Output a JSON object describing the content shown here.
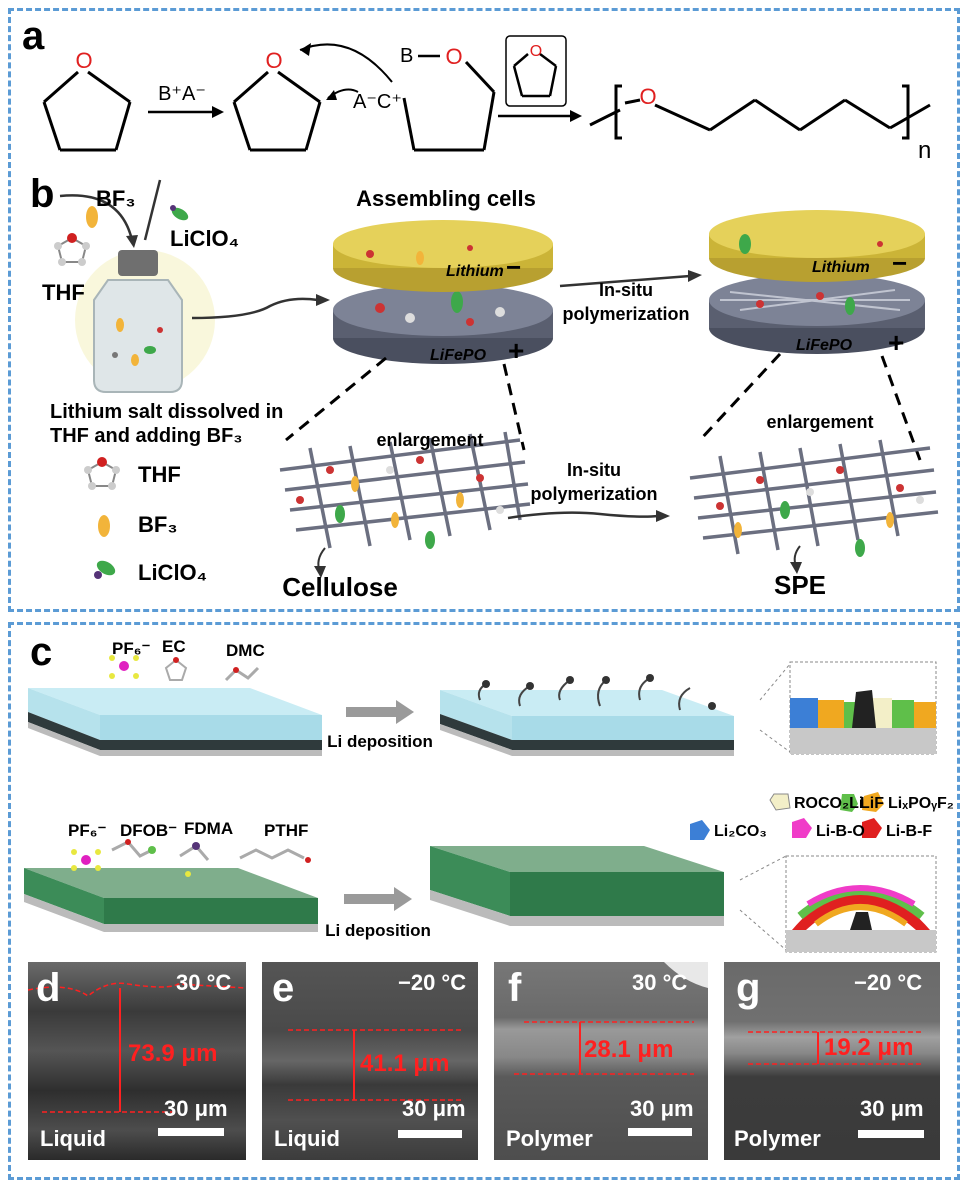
{
  "panel_a": {
    "label": "a",
    "catalyst": "B⁺A⁻",
    "ion_pair": "A⁻C⁺",
    "boron": "B",
    "oxygen": "O",
    "repeat_subscript": "n"
  },
  "panel_b": {
    "label": "b",
    "bf3": "BF₃",
    "liclo4": "LiClO₄",
    "thf": "THF",
    "bottle_caption_line1": "Lithium salt dissolved in",
    "bottle_caption_line2": "THF and adding BF₃",
    "assembling_cells": "Assembling cells",
    "lithium": "Lithium",
    "lifepo": "LiFePO",
    "minus": "−",
    "plus": "+",
    "in_situ_line1": "In-situ",
    "in_situ_line2": "polymerization",
    "enlargement": "enlargement",
    "cellulose": "Cellulose",
    "spe": "SPE",
    "legend": [
      {
        "name": "THF",
        "color": "#d9d9d9"
      },
      {
        "name": "BF₃",
        "color": "#f2b43a"
      },
      {
        "name": "LiClO₄",
        "color": "#3ea84a"
      }
    ]
  },
  "panel_c": {
    "label": "c",
    "top_species": [
      "PF₆⁻",
      "EC",
      "DMC"
    ],
    "bottom_species": [
      "PF₆⁻",
      "DFOB⁻",
      "FDMA",
      "PTHF"
    ],
    "li_deposition": "Li deposition",
    "sei_legend": [
      {
        "name": "ROCO₂Li",
        "color": "#f3efc8"
      },
      {
        "name": "LiF",
        "color": "#5fbf4a"
      },
      {
        "name": "LiₓPOᵧF₂",
        "color": "#f0a820"
      },
      {
        "name": "Li₂CO₃",
        "color": "#3c7fd6"
      },
      {
        "name": "Li-B-O",
        "color": "#f03cc8"
      },
      {
        "name": "Li-B-F",
        "color": "#e02020"
      }
    ]
  },
  "sem": [
    {
      "label": "d",
      "temp": "30 °C",
      "thickness": "73.9 μm",
      "type": "Liquid",
      "scale": "30 μm"
    },
    {
      "label": "e",
      "temp": "−20 °C",
      "thickness": "41.1 μm",
      "type": "Liquid",
      "scale": "30 μm"
    },
    {
      "label": "f",
      "temp": "30 °C",
      "thickness": "28.1 μm",
      "type": "Polymer",
      "scale": "30 μm"
    },
    {
      "label": "g",
      "temp": "−20 °C",
      "thickness": "19.2 μm",
      "type": "Polymer",
      "scale": "30 μm"
    }
  ],
  "colors": {
    "border": "#5b9bd5",
    "oxygen": "#e02020",
    "measure": "#ff2020",
    "lithium_disk": "#d8c24a",
    "cathode_disk": "#5a5f70"
  }
}
